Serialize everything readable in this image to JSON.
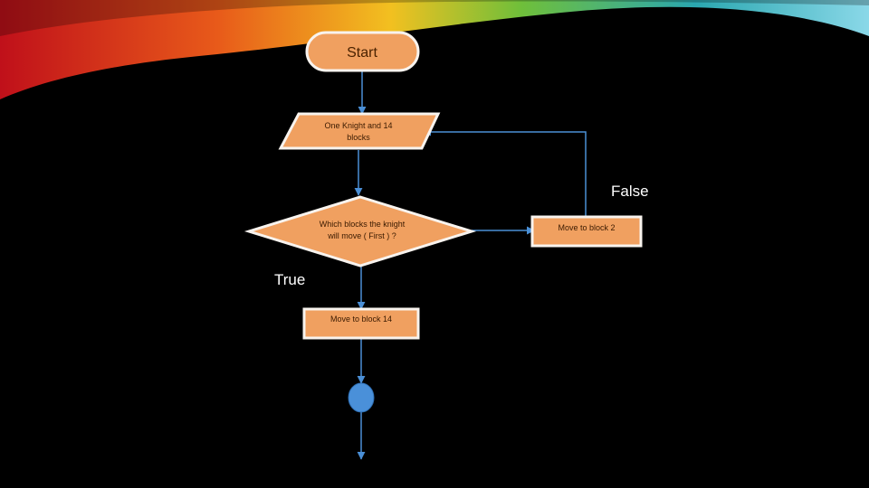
{
  "nodes": {
    "start": "Start",
    "input": [
      "One Knight and 14",
      "blocks"
    ],
    "decision": [
      "Which blocks the knight",
      "will move ( First ) ?"
    ],
    "process_false": "Move to block 2",
    "process_true": "Move to block 14"
  },
  "edge_labels": {
    "false": "False",
    "true": "True"
  },
  "colors": {
    "node_fill": "#f0a060",
    "node_border": "#f8f3ee",
    "connector": "#4a8fd6",
    "terminal_circle": "#4a90d9",
    "background": "#000000"
  }
}
